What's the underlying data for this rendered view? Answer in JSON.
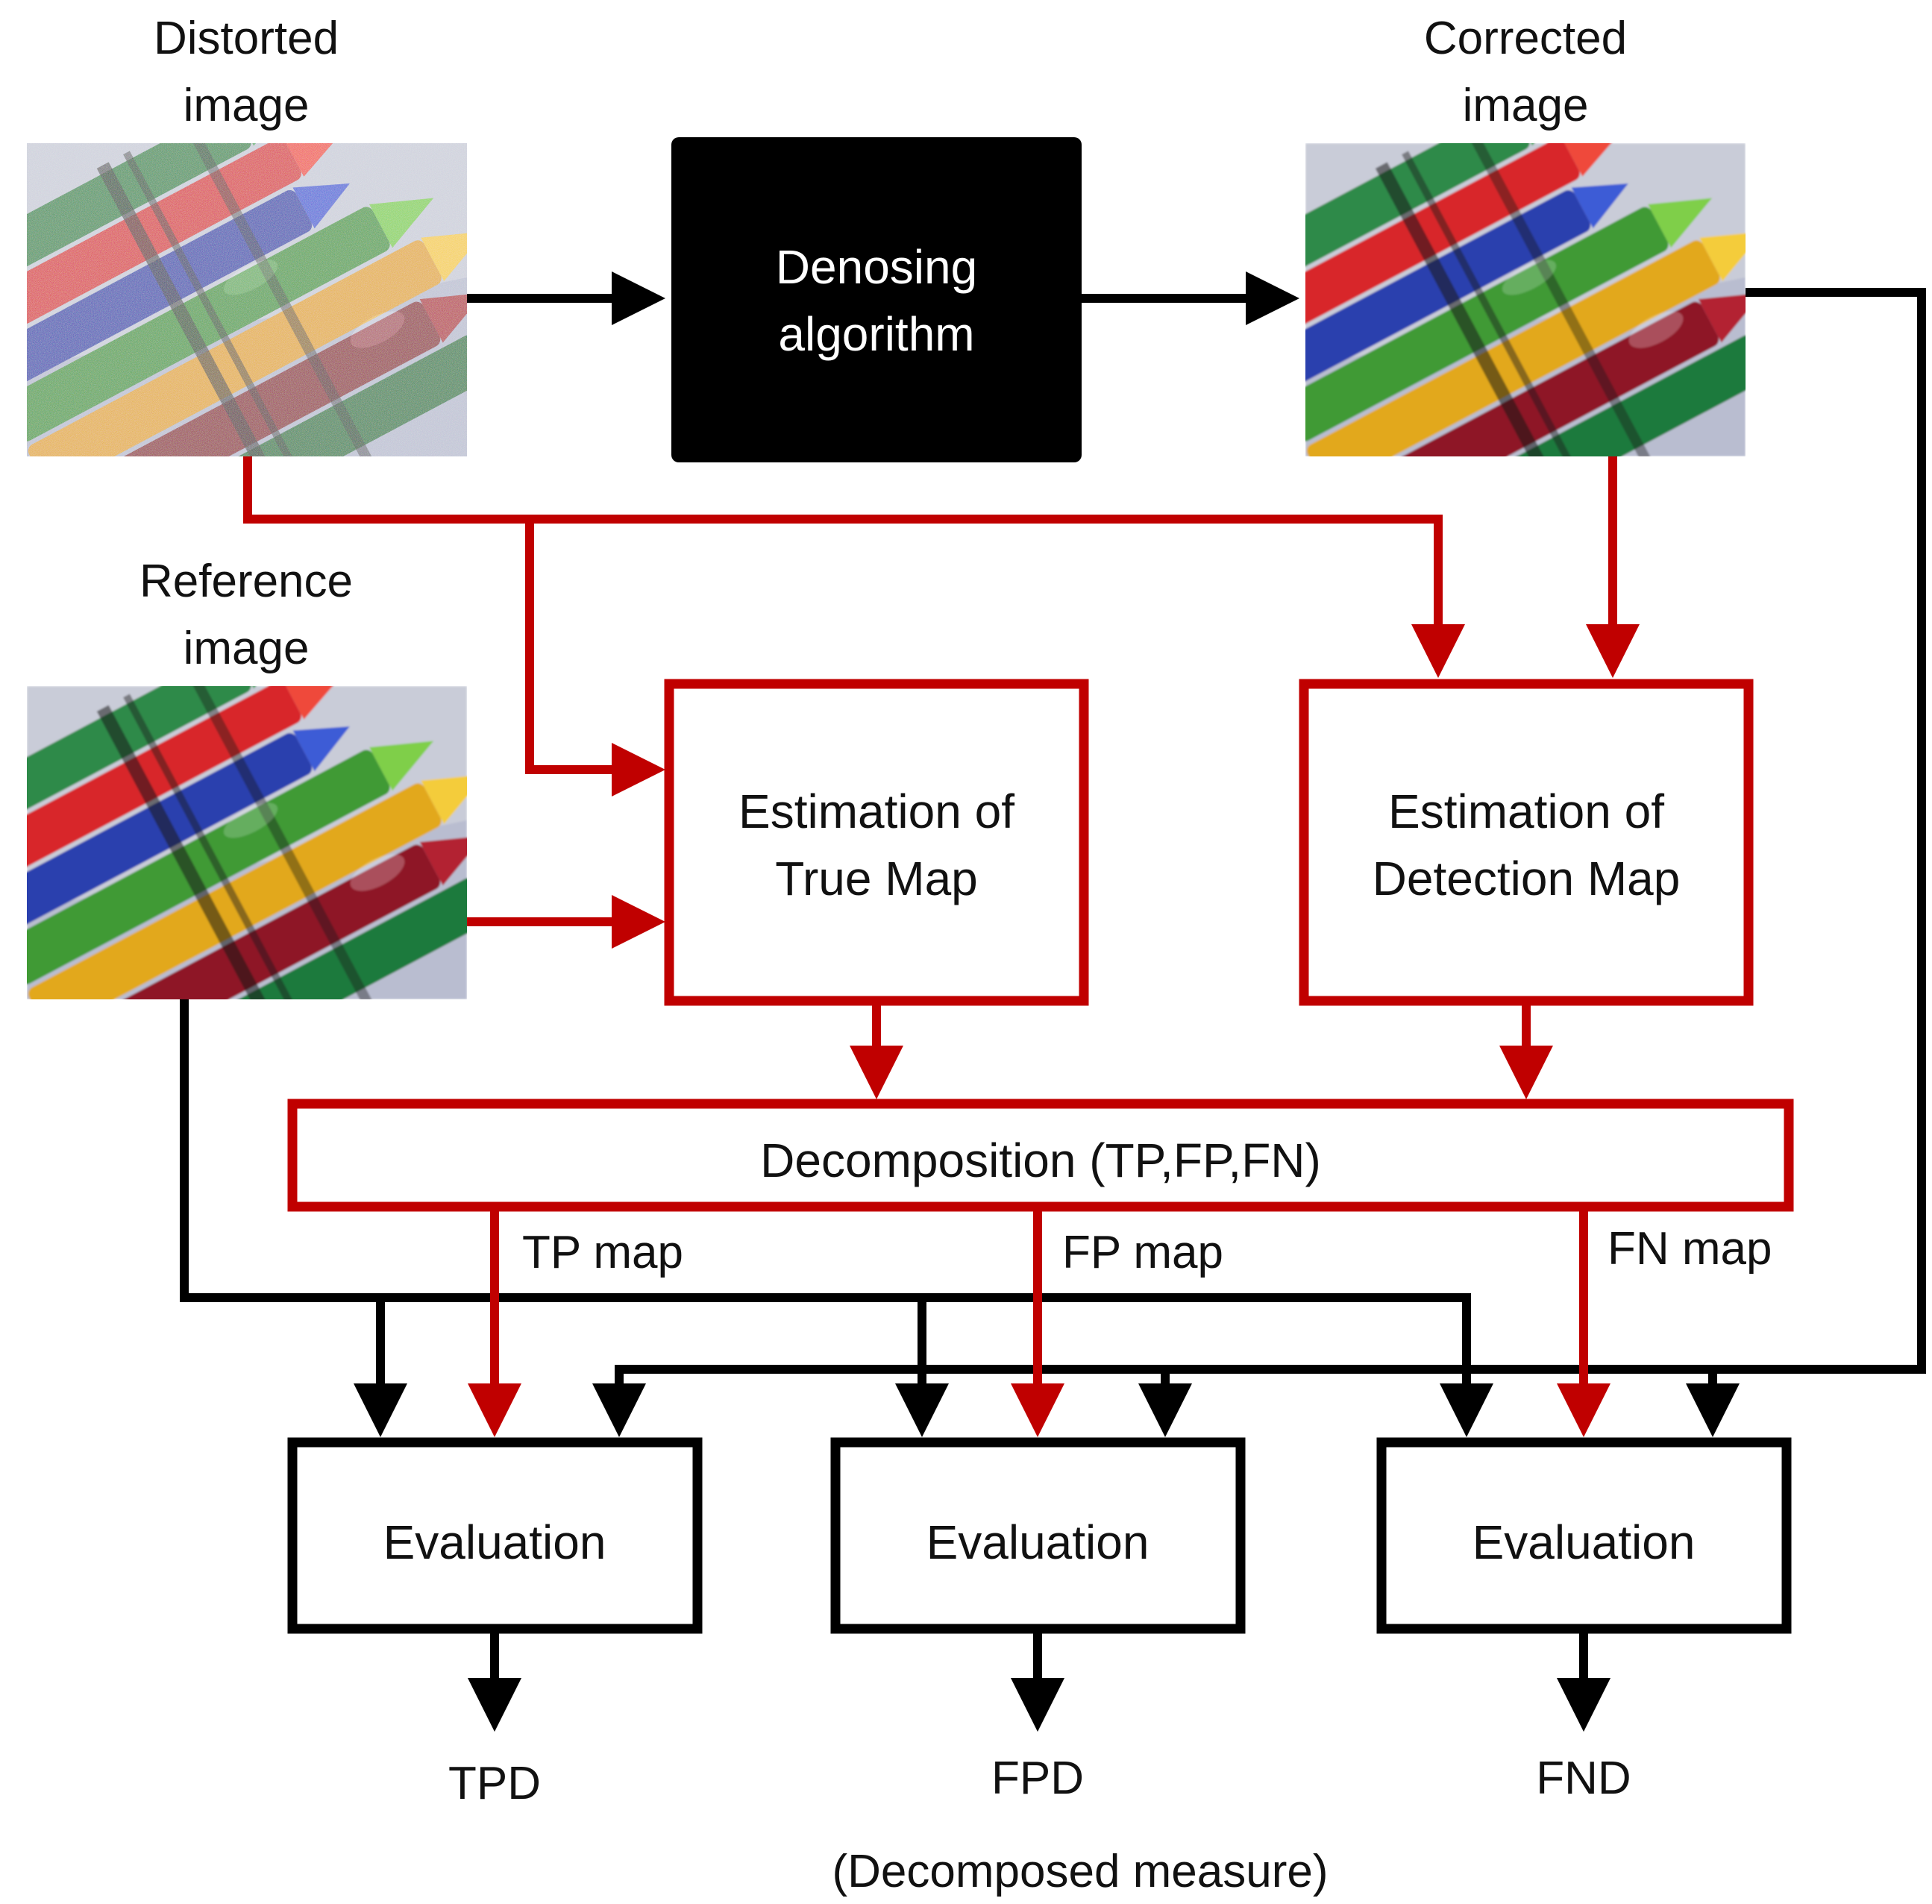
{
  "images": {
    "distorted": {
      "label_line1": "Distorted",
      "label_line2": "image"
    },
    "corrected": {
      "label_line1": "Corrected",
      "label_line2": "image"
    },
    "reference": {
      "label_line1": "Reference",
      "label_line2": "image"
    }
  },
  "boxes": {
    "denoising": {
      "line1": "Denosing",
      "line2": "algorithm"
    },
    "true_map": {
      "line1": "Estimation of",
      "line2": "True Map"
    },
    "detection_map": {
      "line1": "Estimation of",
      "line2": "Detection Map"
    },
    "decomposition": {
      "label": "Decomposition (TP,FP,FN)"
    },
    "evaluation_tp": {
      "label": "Evaluation"
    },
    "evaluation_fp": {
      "label": "Evaluation"
    },
    "evaluation_fn": {
      "label": "Evaluation"
    }
  },
  "maps": {
    "tp": "TP map",
    "fp": "FP map",
    "fn": "FN map"
  },
  "outputs": {
    "tpd": "TPD",
    "fpd": "FPD",
    "fnd": "FND",
    "caption": "(Decomposed measure)"
  },
  "colors": {
    "red": "#c00000",
    "black": "#000000"
  }
}
